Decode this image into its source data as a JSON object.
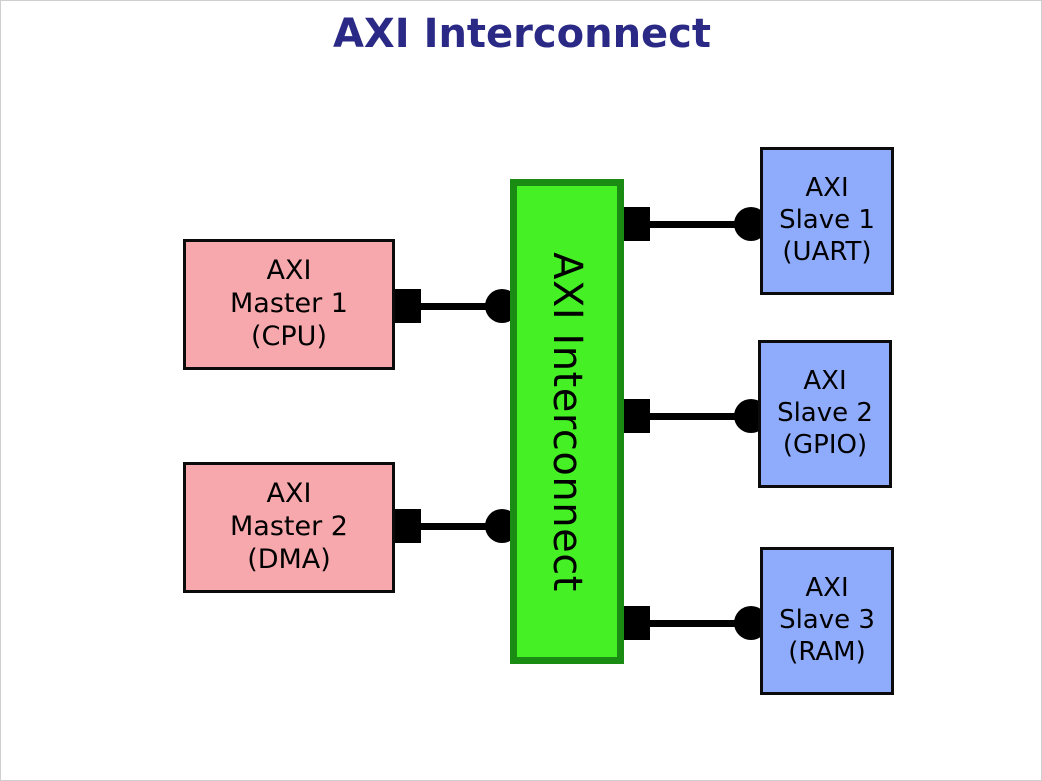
{
  "diagram": {
    "title": "AXI Interconnect",
    "title_color": "#2a2a86",
    "background_color": "#ffffff"
  },
  "colors": {
    "master_fill": "#f7a8ad",
    "slave_fill": "#8fabfb",
    "interconnect_fill": "#45f024",
    "interconnect_border": "#1a8c14",
    "block_border": "#0b0b0b",
    "connector": "#000000"
  },
  "masters": [
    {
      "id": "axi-master-1",
      "line1": "AXI",
      "line2": "Master 1",
      "line3": "(CPU)"
    },
    {
      "id": "axi-master-2",
      "line1": "AXI",
      "line2": "Master 2",
      "line3": "(DMA)"
    }
  ],
  "interconnect": {
    "id": "axi-interconnect",
    "label": "AXI Interconnect",
    "orientation": "vertical"
  },
  "slaves": [
    {
      "id": "axi-slave-1",
      "line1": "AXI",
      "line2": "Slave 1",
      "line3": "(UART)"
    },
    {
      "id": "axi-slave-2",
      "line1": "AXI",
      "line2": "Slave 2",
      "line3": "(GPIO)"
    },
    {
      "id": "axi-slave-3",
      "line1": "AXI",
      "line2": "Slave 3",
      "line3": "(RAM)"
    }
  ],
  "connections": [
    {
      "from": "axi-master-1",
      "to": "axi-interconnect",
      "from_marker": "square",
      "to_marker": "circle"
    },
    {
      "from": "axi-master-2",
      "to": "axi-interconnect",
      "from_marker": "square",
      "to_marker": "circle"
    },
    {
      "from": "axi-interconnect",
      "to": "axi-slave-1",
      "from_marker": "square",
      "to_marker": "circle"
    },
    {
      "from": "axi-interconnect",
      "to": "axi-slave-2",
      "from_marker": "square",
      "to_marker": "circle"
    },
    {
      "from": "axi-interconnect",
      "to": "axi-slave-3",
      "from_marker": "square",
      "to_marker": "circle"
    }
  ]
}
